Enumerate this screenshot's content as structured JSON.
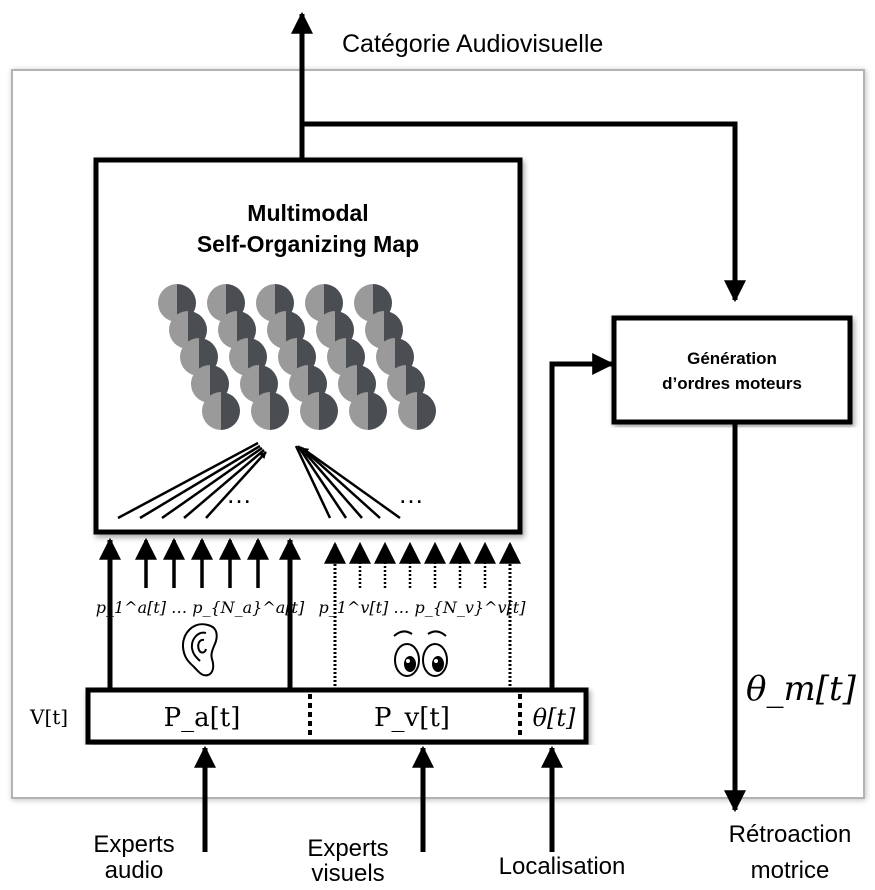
{
  "labels": {
    "category_output": "Catégorie Audiovisuelle",
    "som_title_line1": "Multimodal",
    "som_title_line2": "Self-Organizing Map",
    "motor_line1": "Génération",
    "motor_line2": "d’ordres moteurs",
    "ellipsis_audio": "…",
    "ellipsis_visual": "…",
    "motor_feedback_symbol": "θ_m[t]",
    "vector_label": "V[t]",
    "audio_part": "P_a[t]",
    "visual_part": "P_v[t]",
    "theta_part": "θ[t]",
    "audio_features": "p_1^a[t] … p_{N_a}^a[t]",
    "visual_features": "p_1^v[t] … p_{N_v}^v[t]",
    "input_audio_line1": "Experts",
    "input_audio_line2": "audio",
    "input_visual_line1": "Experts",
    "input_visual_line2": "visuels",
    "input_localisation": "Localisation",
    "output_feedback_line1": "Rétroaction",
    "output_feedback_line2": "motrice"
  },
  "icons": {
    "audio": "ear-icon",
    "visual": "eyes-icon"
  },
  "colors": {
    "line": "#000000",
    "panel_border": "#b3b3b3",
    "neuron_light": "#9a9a9a",
    "neuron_dark": "#4a4d52"
  }
}
